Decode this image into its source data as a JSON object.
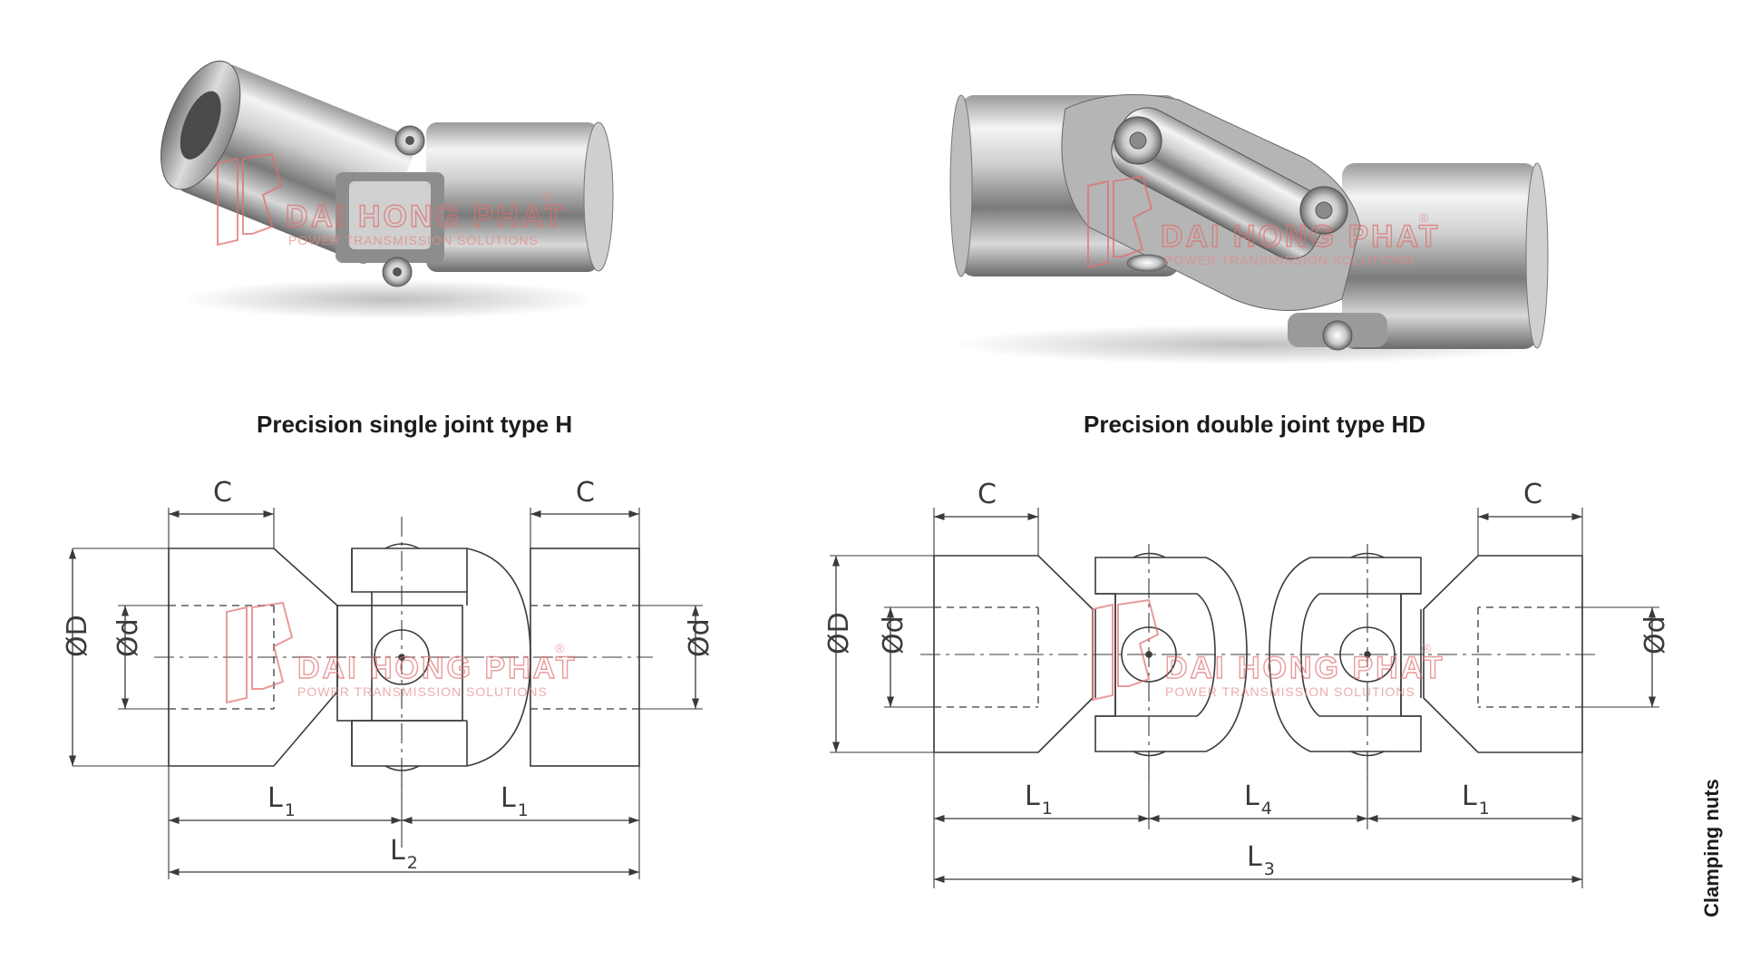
{
  "captions": {
    "single": "Precision single joint type H",
    "double": "Precision double joint type HD"
  },
  "side_label": "Clamping nuts",
  "watermark": {
    "brand": "DAI HONG PHAT",
    "tagline": "POWER TRANSMISSION SOLUTIONS",
    "mark": "®"
  },
  "single_drawing": {
    "labels": {
      "c_left": "C",
      "c_right": "C",
      "outer_dia": "ØD",
      "bore_left": "Ød",
      "bore_right": "Ød",
      "l1_left": "L",
      "l1_left_sub": "1",
      "l1_right": "L",
      "l1_right_sub": "1",
      "l2": "L",
      "l2_sub": "2"
    }
  },
  "double_drawing": {
    "labels": {
      "c_left": "C",
      "c_right": "C",
      "outer_dia": "ØD",
      "bore_left": "Ød",
      "bore_right": "Ød",
      "l1_left": "L",
      "l1_left_sub": "1",
      "l4": "L",
      "l4_sub": "4",
      "l1_right": "L",
      "l1_right_sub": "1",
      "l3": "L",
      "l3_sub": "3"
    }
  },
  "colors": {
    "line": "#3a3a3a",
    "watermark": "#e07070",
    "steel_light": "#f2f2f2",
    "steel_dark": "#5a5a5a"
  }
}
